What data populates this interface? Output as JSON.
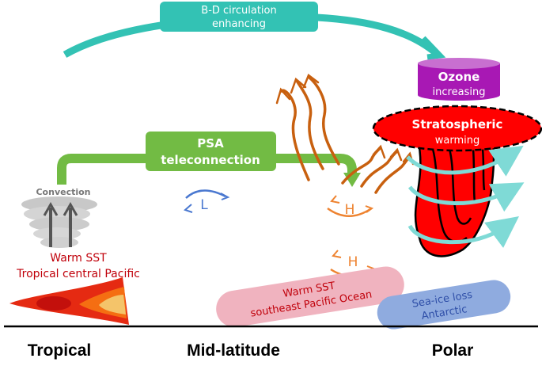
{
  "colors": {
    "bd_teal": "#33c2b4",
    "psa_green": "#72bb44",
    "ozone_purple": "#a818b4",
    "ozone_top": "#c86fd0",
    "strat_red": "#ff0000",
    "wave_orange": "#c8600f",
    "high_orange": "#ee8330",
    "low_blue": "#4a78d0",
    "warm_sst_pink": "#f0b3bf",
    "warm_sst_text": "#c0000a",
    "seaice_blue": "#8fabdf",
    "seaice_text": "#2f4fa8",
    "vortex_arrow": "#7fdad6",
    "ground": "#000000"
  },
  "labels": {
    "bd_circulation": {
      "line1": "B-D circulation",
      "line2": "enhancing"
    },
    "psa": {
      "line1": "PSA",
      "line2": "teleconnection"
    },
    "ozone": {
      "line1": "Ozone",
      "line2": "increasing"
    },
    "stratospheric": {
      "line1": "Stratospheric",
      "line2": "warming"
    },
    "convection": "Convection",
    "tropical_sst": {
      "line1": "Warm SST",
      "line2": "Tropical central Pacific"
    },
    "se_pacific_sst": {
      "line1": "Warm SST",
      "line2": "southeast Pacific Ocean"
    },
    "sea_ice": {
      "line1": "Sea-ice loss",
      "line2": "Antarctic"
    },
    "low": "L",
    "high_upper": "H",
    "high_lower": "H"
  },
  "regions": [
    "Tropical",
    "Mid-latitude",
    "Polar"
  ]
}
